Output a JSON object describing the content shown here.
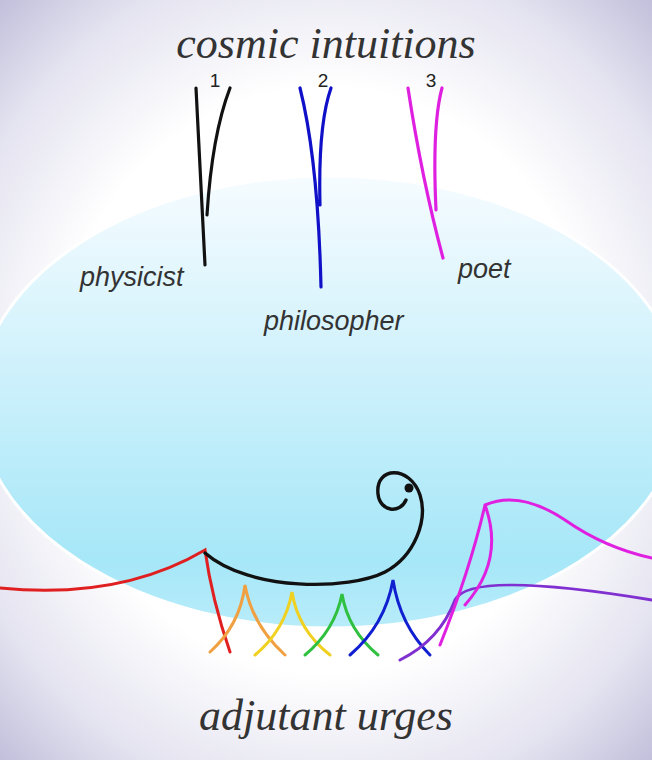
{
  "diagram": {
    "title": "cosmic intuitions",
    "caption": "adjutant urges",
    "labels": [
      "1",
      "2",
      "3",
      "physicist",
      "philosopher",
      "poet"
    ]
  }
}
